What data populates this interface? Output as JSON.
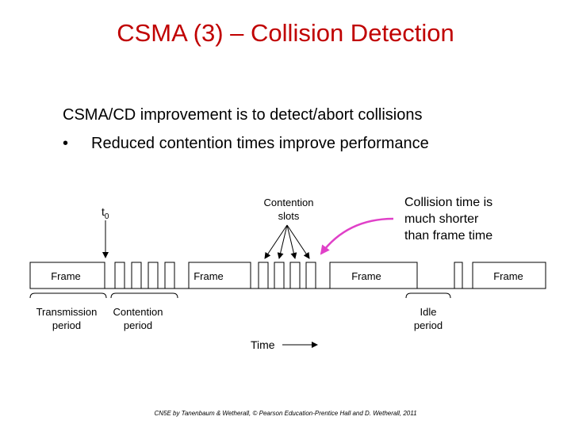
{
  "slide": {
    "title": "CSMA (3) – Collision Detection",
    "line1": "CSMA/CD improvement is to detect/abort collisions",
    "bullet_symbol": "•",
    "bullet": "Reduced contention times improve performance",
    "callout": [
      "Collision time is",
      "much shorter",
      "than frame time"
    ],
    "credit": "CN5E by Tanenbaum & Wetherall, © Pearson Education-Prentice Hall and D. Wetherall, 2011"
  },
  "diagram": {
    "t0_label": "t",
    "t0_subscript": "0",
    "contention_slots_label": [
      "Contention",
      "slots"
    ],
    "frame_labels": [
      "Frame",
      "Frame",
      "Frame",
      "Frame"
    ],
    "period_labels": {
      "transmission": [
        "Transmission",
        "period"
      ],
      "contention": [
        "Contention",
        "period"
      ],
      "idle": [
        "Idle",
        "period"
      ]
    },
    "time_label": "Time",
    "colors": {
      "callout_arrow": "#e040c8",
      "title": "#c00000"
    }
  }
}
